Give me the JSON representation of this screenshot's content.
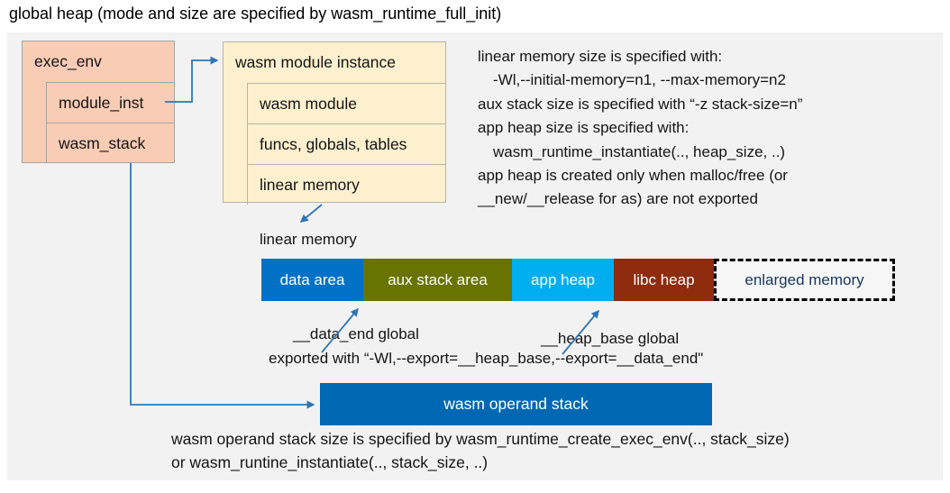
{
  "title": "global heap (mode and size are specified by wasm_runtime_full_init)",
  "exec_env": {
    "title": "exec_env",
    "rows": [
      "module_inst",
      "wasm_stack"
    ]
  },
  "module_instance": {
    "title": "wasm module instance",
    "rows": [
      "wasm module",
      "funcs, globals, tables",
      "linear memory"
    ]
  },
  "notes": {
    "lines": [
      "linear memory size is specified with:",
      "-Wl,--initial-memory=n1, --max-memory=n2",
      "aux stack size is specified with “-z stack-size=n”",
      "app heap size is specified with:",
      "wasm_runtime_instantiate(.., heap_size, ..)",
      "app heap is created only when malloc/free (or",
      "__new/__release for as) are not exported"
    ]
  },
  "linear_memory": {
    "label": "linear memory",
    "segments": [
      {
        "label": "data area"
      },
      {
        "label": "aux stack area"
      },
      {
        "label": "app heap"
      },
      {
        "label": "libc heap"
      }
    ],
    "enlarged_label": "enlarged memory"
  },
  "annotations": {
    "data_end": "__data_end global",
    "heap_base": "__heap_base global",
    "exported": "exported with “-Wl,--export=__heap_base,--export=__data_end\""
  },
  "operand_stack": {
    "label": "wasm operand stack"
  },
  "footer": {
    "lines": [
      "wasm operand stack size is specified by wasm_runtime_create_exec_env(.., stack_size)",
      "or wasm_runtine_instantiate(.., stack_size, ..)"
    ]
  },
  "colors": {
    "panel": "#f2f2f2",
    "exec_env_fill": "#f9ccb6",
    "instance_fill": "#fdf0ce",
    "data_area": "#0071c5",
    "aux_stack_area": "#687300",
    "app_heap": "#00aeef",
    "libc_heap": "#8e2c0d",
    "operand_stack": "#0068b2",
    "enlarged_text": "#17365d",
    "arrow": "#2e75b6"
  }
}
